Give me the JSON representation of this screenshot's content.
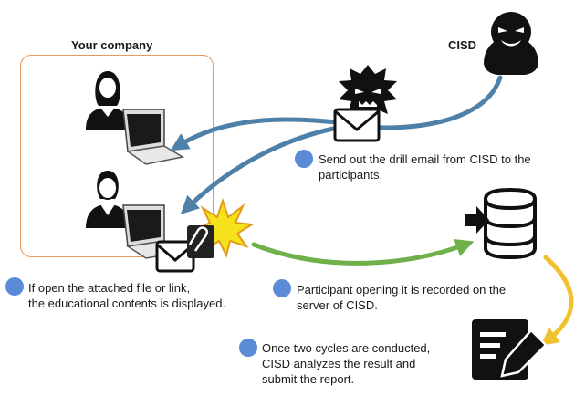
{
  "company_label": "Your company",
  "cisd_label": "CISD",
  "steps": [
    {
      "line1": "Send out the drill email from CISD to the",
      "line2": "participants."
    },
    {
      "line1": "If open the attached file or link,",
      "line2": "the educational contents is displayed."
    },
    {
      "line1": "Participant opening it is recorded on the",
      "line2": "server of CISD."
    },
    {
      "line1": "Once two cycles are conducted,",
      "line2": "CISD analyzes the result and",
      "line3": "submit the report."
    }
  ],
  "icons": {
    "hacker": "hacker-icon",
    "virus": "virus-icon",
    "envelope": "envelope-icon",
    "user1": "user-icon",
    "user2": "user-icon",
    "laptop": "laptop-icon",
    "attachment": "attachment-icon",
    "explosion": "explosion-icon",
    "server": "database-icon",
    "report": "report-icon"
  },
  "colors": {
    "blue_arrow": "#4f81a8",
    "green_arrow": "#6fb04a",
    "yellow_arrow": "#f2c12e",
    "company_border": "#e89a5a",
    "dot": "#5b8bd6"
  }
}
